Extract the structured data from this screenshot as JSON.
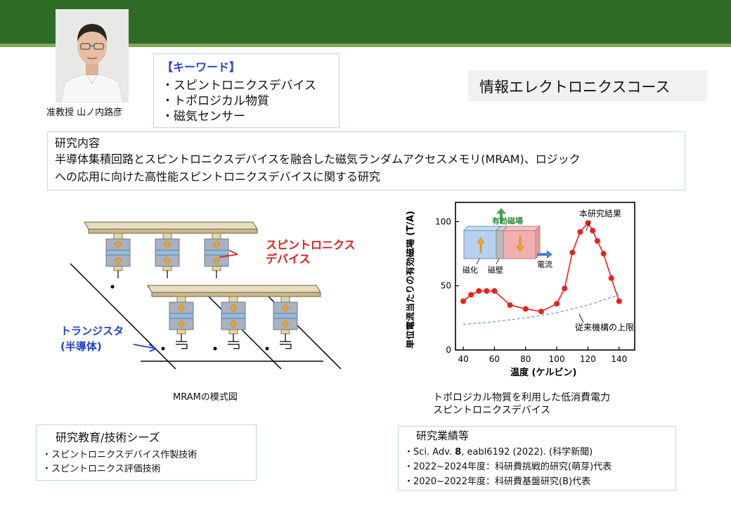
{
  "header": {
    "course": "情報エレクトロニクスコース"
  },
  "profile": {
    "caption": "准教授 山ノ内路彦"
  },
  "keywords": {
    "title": "【キーワード】",
    "items": [
      "・スピントロニクスデバイス",
      "・トポロジカル物質",
      "・磁気センサー"
    ]
  },
  "research": {
    "title": "研究内容",
    "lines": [
      "半導体集積回路とスピントロニクスデバイスを融合した磁気ランダムアクセスメモリ(MRAM)、ロジック",
      "への応用に向けた高性能スピントロニクスデバイスに関する研究"
    ]
  },
  "mram_figure": {
    "label_spintronics_1": "スピントロニクス",
    "label_spintronics_2": "デバイス",
    "label_transistor_1": "トランジスタ",
    "label_transistor_2": "(半導体)",
    "caption": "MRAMの模式図"
  },
  "topo_figure": {
    "caption_line1": "トポロジカル物質を利用した低消費電力",
    "caption_line2": "スピントロニクスデバイス",
    "inset_labels": {
      "effective_field": "有効磁場",
      "magnetization": "磁化",
      "domain_wall": "磁壁",
      "current": "電流"
    }
  },
  "chart_data": {
    "type": "line",
    "xlabel": "温度 (ケルビン)",
    "ylabel": "単位電流当たりの有効磁場 (T/A)",
    "xlim": [
      35,
      150
    ],
    "ylim": [
      0,
      115
    ],
    "xticks": [
      40,
      60,
      80,
      100,
      120,
      140
    ],
    "yticks": [
      0,
      50,
      100
    ],
    "series": [
      {
        "name": "本研究結果",
        "style": "solid-markers",
        "color": "#e8211d",
        "x": [
          40,
          45,
          50,
          55,
          60,
          70,
          80,
          90,
          100,
          105,
          110,
          115,
          120,
          123,
          126,
          130,
          135,
          140
        ],
        "y": [
          38,
          43,
          46,
          46,
          46,
          35,
          32,
          30,
          36,
          48,
          76,
          92,
          99,
          93,
          85,
          75,
          56,
          38
        ]
      },
      {
        "name": "従来機構の上限",
        "style": "dashed",
        "color": "#6f9fd8",
        "x": [
          40,
          60,
          80,
          100,
          120,
          140
        ],
        "y": [
          20,
          22,
          25,
          29,
          35,
          43
        ]
      }
    ]
  },
  "education": {
    "title": "研究教育/技術シーズ",
    "items": [
      "・スピントロニクスデバイス作製技術",
      "・スピントロニクス評価技術"
    ]
  },
  "achievements": {
    "title": "研究業績等",
    "item1_pre": "・Sci. Adv. ",
    "item1_bold": "8",
    "item1_post": ", eabl6192 (2022). (科学新聞)",
    "items": [
      "・2022~2024年度：科研費挑戦的研究(萌芽)代表",
      "・2020~2022年度：科研費基盤研究(B)代表"
    ]
  }
}
